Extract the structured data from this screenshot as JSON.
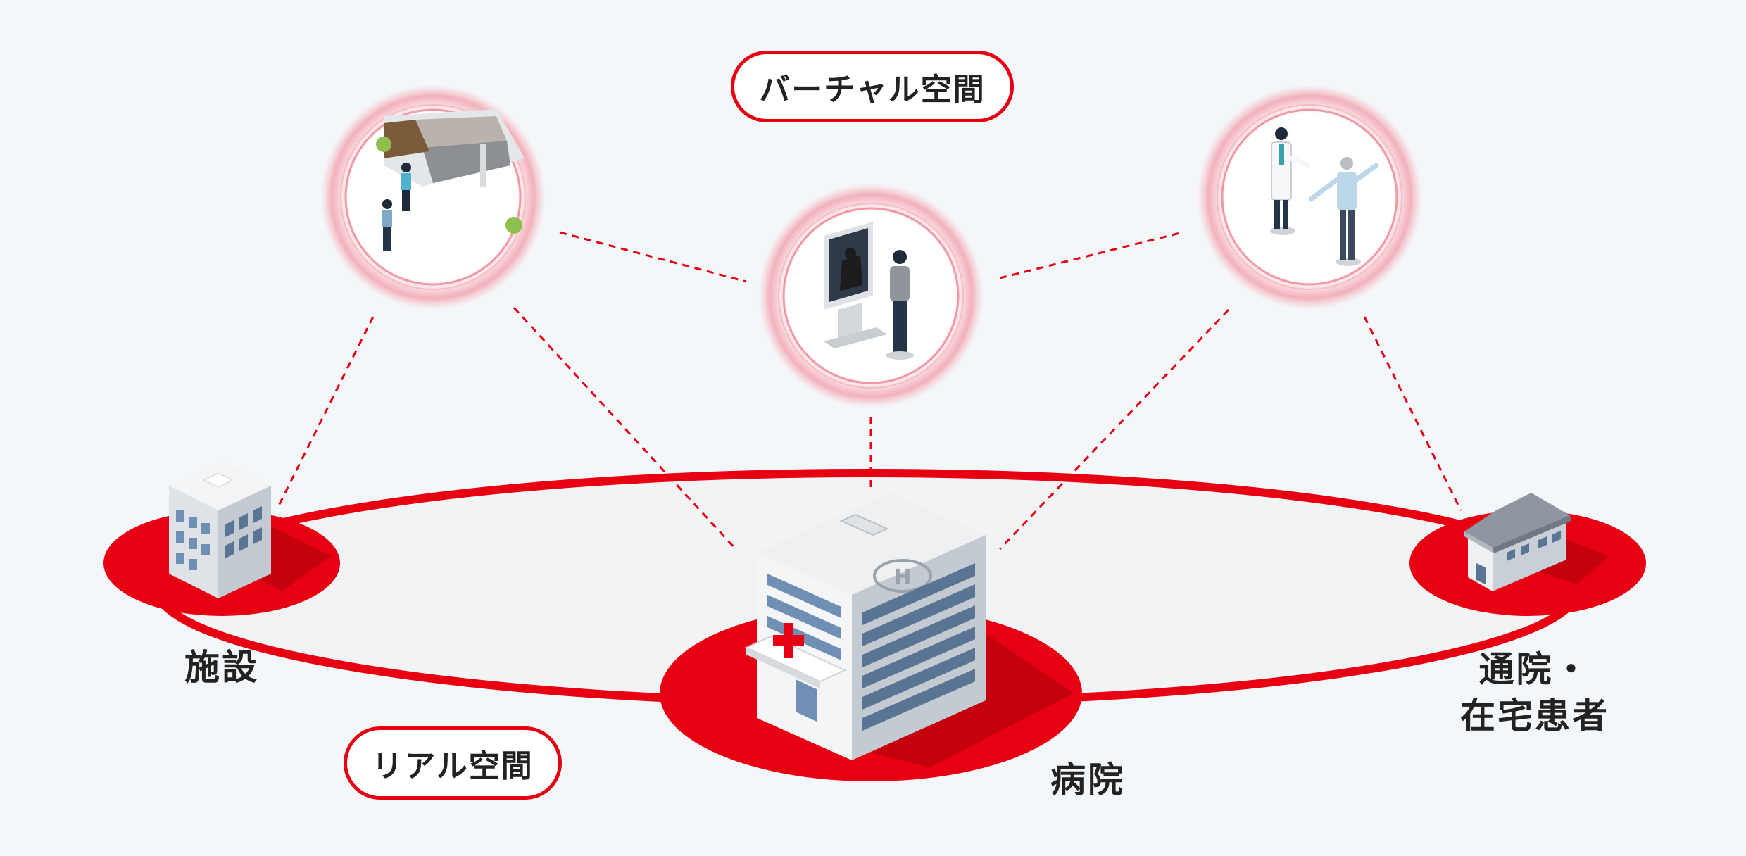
{
  "labels": {
    "virtual_space": "バーチャル空間",
    "real_space": "リアル空間",
    "facility": "施設",
    "hospital": "病院",
    "home_patient_line1": "通院・",
    "home_patient_line2": "在宅患者",
    "helipad_letter": "H"
  },
  "colors": {
    "accent_red": "#e60012",
    "background": "#f4f7f9",
    "halo_pink": "#f2a9b3"
  },
  "icons": {
    "facility": "office-building-icon",
    "hospital": "hospital-building-icon",
    "home": "house-icon",
    "virtual_1": "facility-entrance-scene-icon",
    "virtual_2": "digital-signage-receptionist-icon",
    "virtual_3": "doctor-and-patient-icon"
  }
}
